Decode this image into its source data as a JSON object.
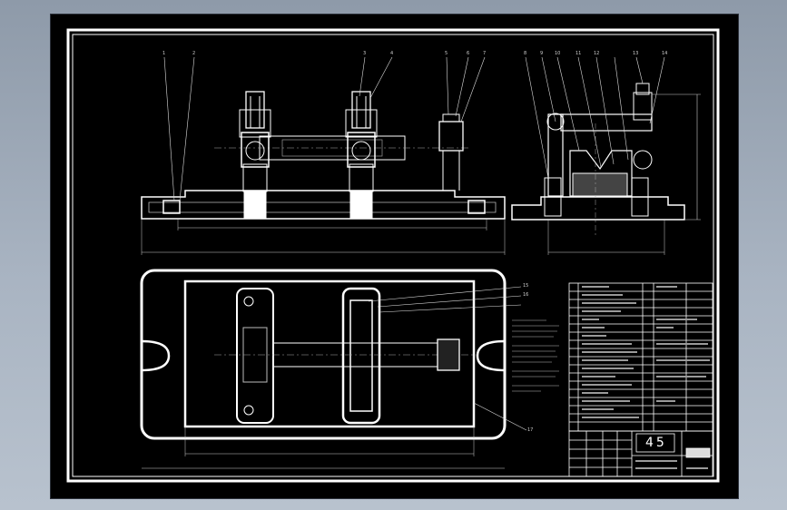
{
  "drawing": {
    "part_balloons": [
      "1",
      "2",
      "3",
      "4",
      "5",
      "6",
      "7",
      "8",
      "9",
      "10",
      "11",
      "12",
      "13",
      "14"
    ],
    "plan_balloons": [
      "15",
      "16",
      "17"
    ],
    "title_block": {
      "scale_number": "45"
    }
  },
  "colors": {
    "background": "#000000",
    "lines": "#ffffff",
    "window_gradient_top": "#8e9aa9",
    "window_gradient_bottom": "#b8c2ce"
  }
}
